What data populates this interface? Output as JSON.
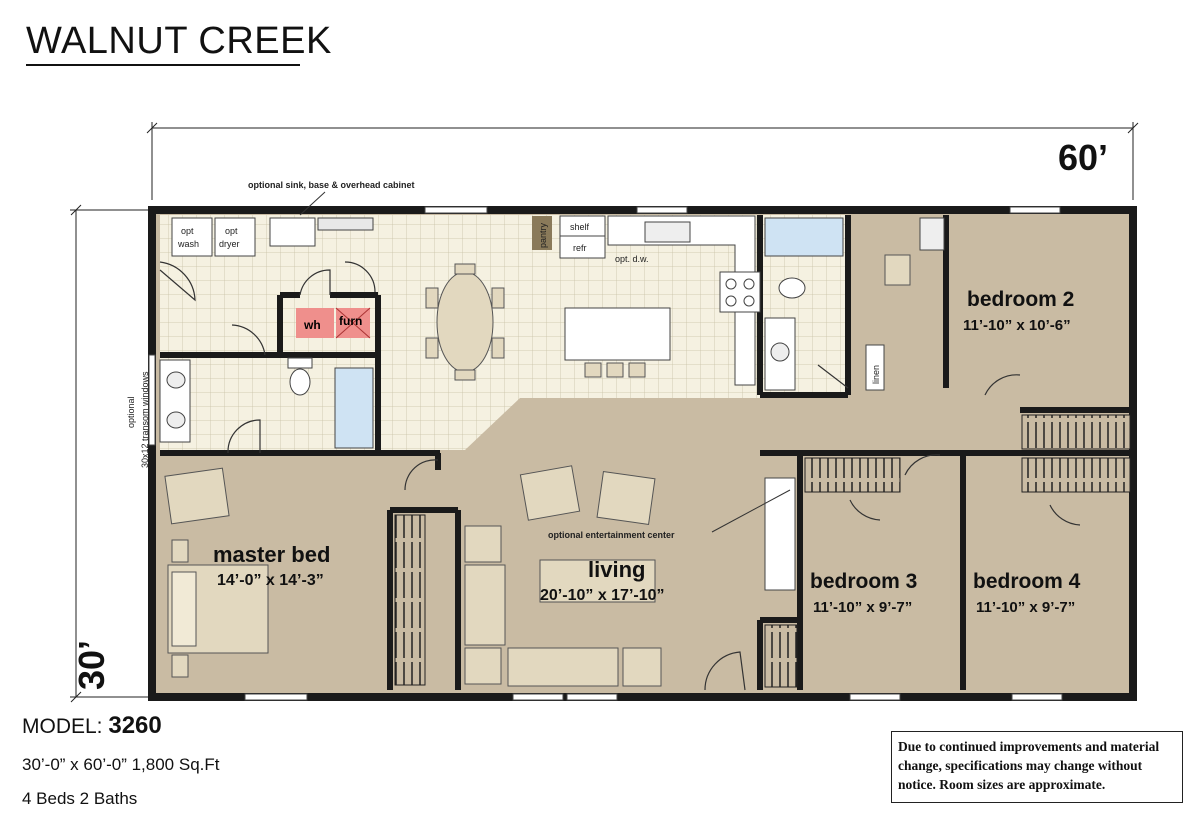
{
  "title": "WALNUT CREEK",
  "dimensions": {
    "width_label": "60’",
    "depth_label": "30’"
  },
  "notes": {
    "sink_cabinet": "optional sink, base & overhead cabinet",
    "transom_line1": "optional",
    "transom_line2": "30x12 transom windows",
    "entertainment": "optional entertainment center",
    "dishwasher": "opt. d.w."
  },
  "fixtures": {
    "opt_wash_1": "opt",
    "opt_wash_2": "wash",
    "opt_dryer_1": "opt",
    "opt_dryer_2": "dryer",
    "pantry": "pantry",
    "shelf": "shelf",
    "refr": "refr",
    "wh": "wh",
    "furn": "furn",
    "linen": "linen"
  },
  "rooms": {
    "master": {
      "name": "master bed",
      "size": "14’-0” x 14’-3”"
    },
    "living": {
      "name": "living",
      "size": "20’-10” x 17’-10”"
    },
    "bed2": {
      "name": "bedroom 2",
      "size": "11’-10” x 10’-6”"
    },
    "bed3": {
      "name": "bedroom 3",
      "size": "11’-10” x 9’-7”"
    },
    "bed4": {
      "name": "bedroom 4",
      "size": "11’-10” x 9’-7”"
    }
  },
  "model": {
    "label": "MODEL:",
    "number": "3260",
    "dims": "30’-0” x 60’-0”   1,800 Sq.Ft",
    "beds_baths": "4 Beds 2 Baths"
  },
  "disclaimer": "Due to continued improvements and material change, specifications may change without notice. Room sizes are approximate.",
  "colors": {
    "carpet": "#c9bba3",
    "tile": "#f5f1e1",
    "wall": "#1a1a1a",
    "fixture": "#e2d8bf",
    "accent": "#ef8f8c"
  }
}
